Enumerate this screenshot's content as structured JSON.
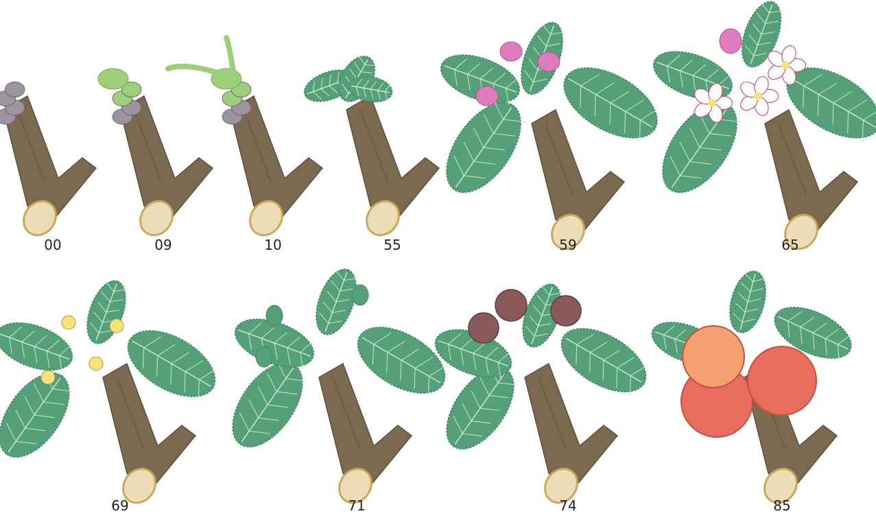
{
  "stages": [
    {
      "code": "00",
      "key": "dormant-bud"
    },
    {
      "code": "09",
      "key": "green-tip"
    },
    {
      "code": "10",
      "key": "mouse-ear"
    },
    {
      "code": "55",
      "key": "leaf-emergence"
    },
    {
      "code": "59",
      "key": "pink-bud"
    },
    {
      "code": "65",
      "key": "full-bloom"
    },
    {
      "code": "69",
      "key": "end-of-flowering"
    },
    {
      "code": "71",
      "key": "fruit-set"
    },
    {
      "code": "74",
      "key": "fruitlet"
    },
    {
      "code": "85",
      "key": "ripening-fruit"
    }
  ],
  "colors": {
    "wood": "#7b6a50",
    "wood_dark": "#5e5040",
    "wood_cut": "#ecdcb7",
    "wood_cut_rim": "#c9a85a",
    "leaf": "#55a079",
    "leaf_light": "#7bbf98",
    "leaf_vein": "#c7e8d4",
    "bud_scale": "#9b95a0",
    "bud_green": "#9dcf7a",
    "petal_pink": "#e07bbf",
    "petal_white": "#ffffff",
    "petal_edge": "#d2506b",
    "stamen": "#f6e27a",
    "fruitlet": "#8a5a5a",
    "apple": "#e86d5f",
    "apple_light": "#f4a070"
  }
}
